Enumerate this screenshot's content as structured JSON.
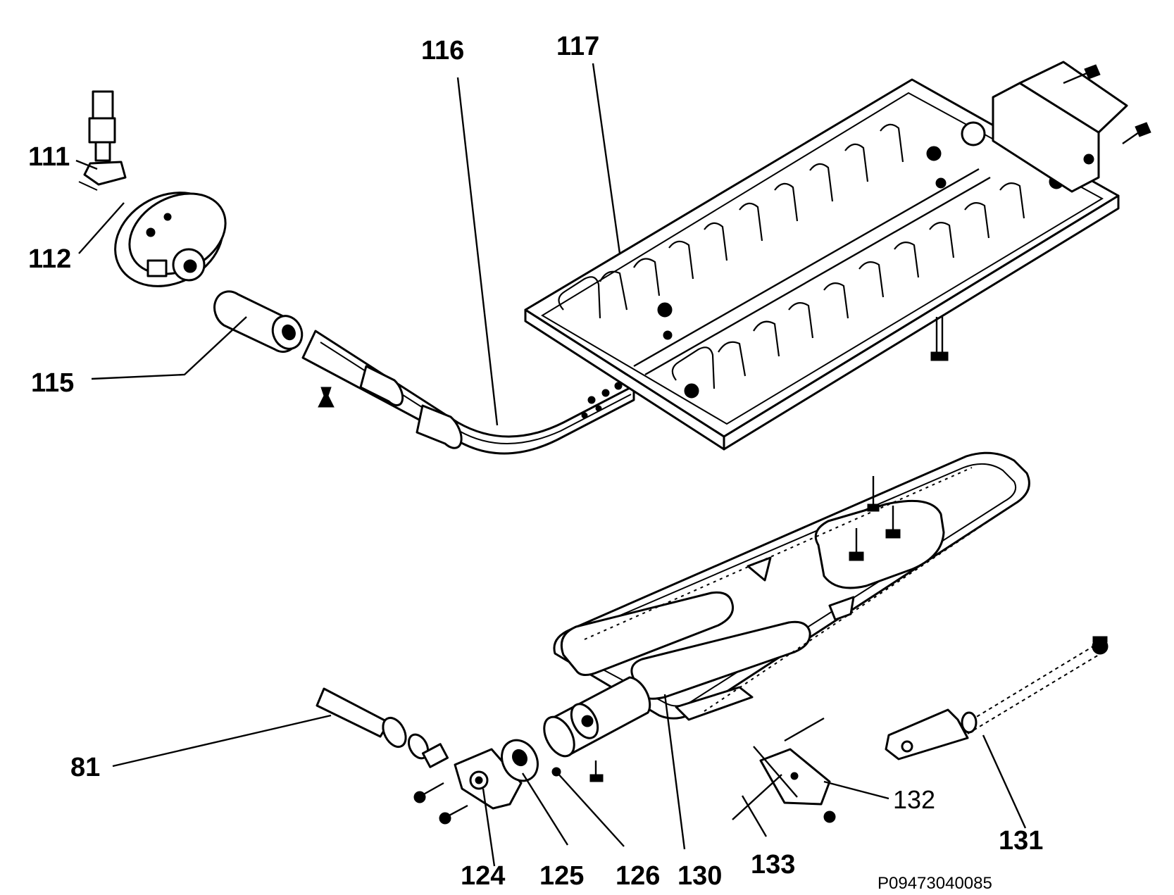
{
  "callouts": [
    {
      "id": "111",
      "text": "111"
    },
    {
      "id": "112",
      "text": "112"
    },
    {
      "id": "115",
      "text": "115"
    },
    {
      "id": "116",
      "text": "116"
    },
    {
      "id": "117",
      "text": "117"
    },
    {
      "id": "81",
      "text": "81"
    },
    {
      "id": "124",
      "text": "124"
    },
    {
      "id": "125",
      "text": "125"
    },
    {
      "id": "126",
      "text": "126"
    },
    {
      "id": "130",
      "text": "130"
    },
    {
      "id": "133",
      "text": "133"
    },
    {
      "id": "132",
      "text": "132"
    },
    {
      "id": "131",
      "text": "131"
    }
  ],
  "figure_code": "P09473040085"
}
